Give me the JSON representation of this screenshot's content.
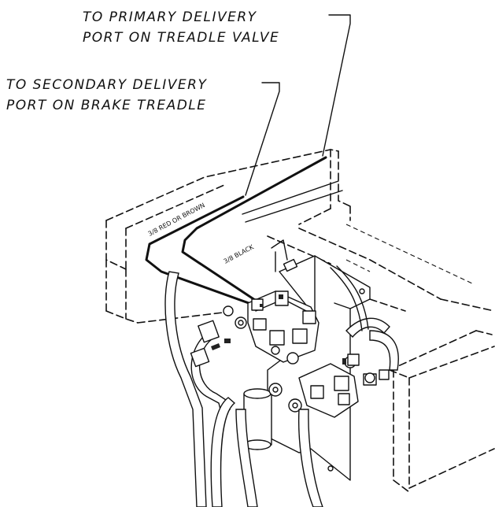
{
  "callouts": {
    "primary": {
      "line1": "TO PRIMARY DELIVERY",
      "line2": "PORT ON TREADLE VALVE"
    },
    "secondary": {
      "line1": "TO SECONDARY DELIVERY",
      "line2": "PORT ON BRAKE TREADLE"
    }
  },
  "line_labels": {
    "red_brown": "3/8 RED OR BROWN",
    "black": "3/8 BLACK"
  }
}
